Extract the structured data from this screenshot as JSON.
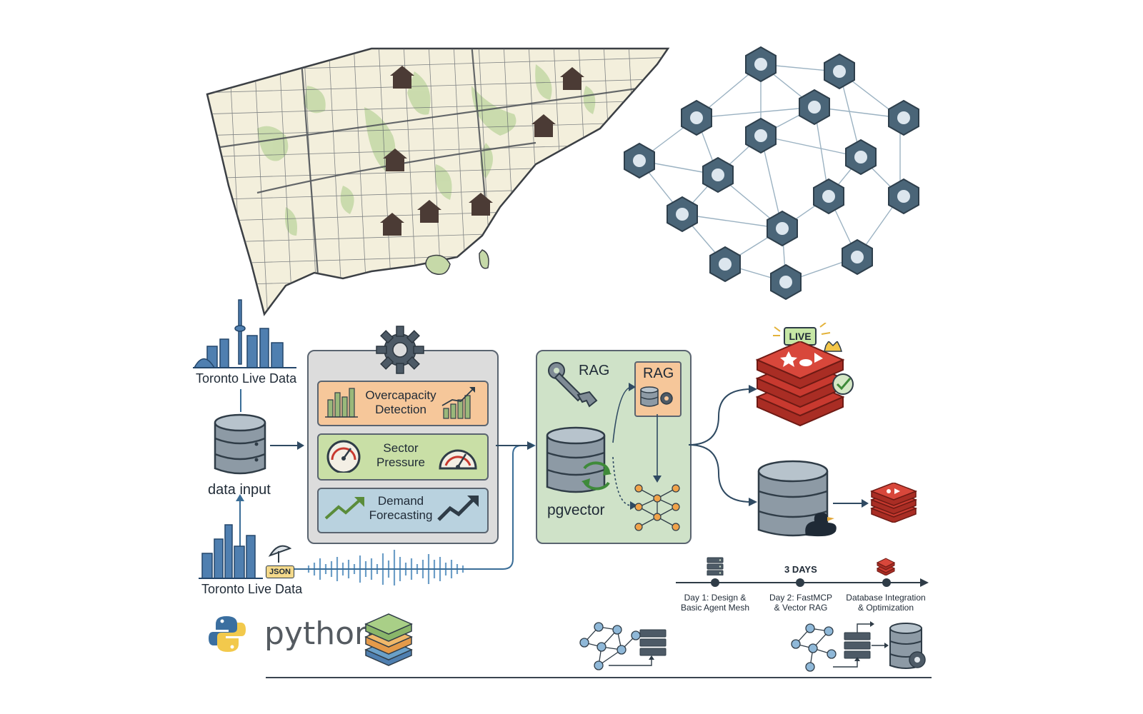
{
  "sources": {
    "top_label": "Toronto Live Data",
    "bottom_label": "Toronto Live Data",
    "db_label": "data input",
    "json_tag": "JSON"
  },
  "processing": {
    "items": [
      {
        "label": "Overcapacity\nDetection",
        "color": "#f6c79a"
      },
      {
        "label": "Sector\nPressure",
        "color": "#c9dfa6"
      },
      {
        "label": "Demand\nForecasting",
        "color": "#b9d2df"
      }
    ]
  },
  "rag": {
    "tool_label": "RAG",
    "box_label": "RAG",
    "db_label": "pgvector"
  },
  "outputs": {
    "live_badge": "LIVE"
  },
  "timeline": {
    "title": "3 DAYS",
    "steps": [
      {
        "label": "Day 1: Design &\nBasic Agent Mesh"
      },
      {
        "label": "Day 2: FastMCP\n& Vector RAG"
      },
      {
        "label": "Database Integration\n& Optimization"
      }
    ]
  },
  "footer": {
    "python_label": "python"
  },
  "colors": {
    "panel_grey": "#dcdcdc",
    "panel_green": "#cfe2c8",
    "node_fill": "#4a6578",
    "redis_red": "#c8392f",
    "map_fill": "#f3efdc",
    "park_green": "#c6d9a8"
  }
}
